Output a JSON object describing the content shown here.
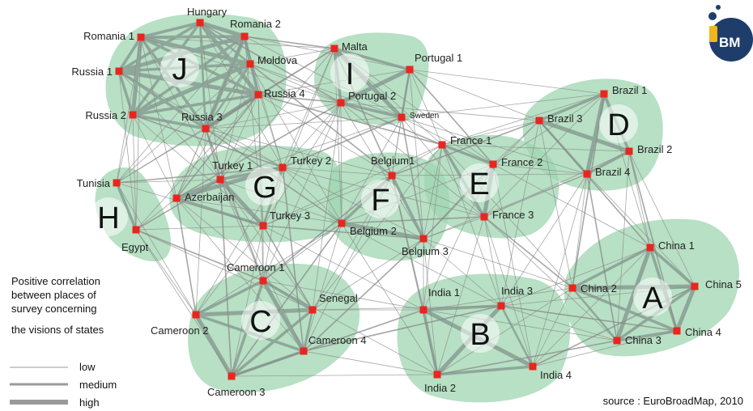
{
  "legend": {
    "title_lines": [
      "Positive correlation",
      "between places of",
      "survey concerning",
      "the visions of states"
    ],
    "levels": [
      "low",
      "medium",
      "high"
    ]
  },
  "source": "source : EuroBroadMap, 2010",
  "logo": {
    "text": "BM"
  },
  "colors": {
    "cluster_fill": "#9fd6b0",
    "node": "#e8261f",
    "edge": "#8a8a8a",
    "logo": "#1e3d6b",
    "logo_accent": "#f2b51a"
  },
  "groups": [
    {
      "letter": "J",
      "members": [
        "Romania 1",
        "Hungary",
        "Romania 2",
        "Moldova",
        "Russia 1",
        "Russia 4",
        "Russia 2",
        "Russia 3"
      ]
    },
    {
      "letter": "I",
      "members": [
        "Malta",
        "Portugal 1",
        "Portugal 2",
        "Sweden"
      ]
    },
    {
      "letter": "D",
      "members": [
        "Brazil 1",
        "Brazil 3",
        "Brazil 2",
        "Brazil 4"
      ]
    },
    {
      "letter": "H",
      "members": [
        "Tunisia",
        "Egypt"
      ]
    },
    {
      "letter": "G",
      "members": [
        "Turkey 1",
        "Turkey 2",
        "Azerbaijan",
        "Turkey 3"
      ]
    },
    {
      "letter": "F",
      "members": [
        "Belgium1",
        "Belgium 2",
        "Belgium 3"
      ]
    },
    {
      "letter": "E",
      "members": [
        "France 1",
        "France 2",
        "France 3"
      ]
    },
    {
      "letter": "C",
      "members": [
        "Cameroon 1",
        "Senegal",
        "Cameroon 2",
        "Cameroon 4",
        "Cameroon 3"
      ]
    },
    {
      "letter": "B",
      "members": [
        "India 1",
        "India 3",
        "India 2",
        "India 4"
      ]
    },
    {
      "letter": "A",
      "members": [
        "China 1",
        "China 2",
        "China 5",
        "China 3",
        "China 4"
      ]
    }
  ],
  "nodes": [
    "Hungary",
    "Romania 1",
    "Romania 2",
    "Moldova",
    "Russia 1",
    "Russia 4",
    "Russia 2",
    "Russia 3",
    "Malta",
    "Portugal 1",
    "Portugal 2",
    "Sweden",
    "Brazil 1",
    "Brazil 3",
    "Brazil 2",
    "Brazil 4",
    "Tunisia",
    "Egypt",
    "Turkey 1",
    "Turkey 2",
    "Azerbaijan",
    "Turkey 3",
    "Belgium1",
    "Belgium 2",
    "Belgium 3",
    "France 1",
    "France 2",
    "France 3",
    "Cameroon 1",
    "Senegal",
    "Cameroon 2",
    "Cameroon 4",
    "Cameroon 3",
    "India 1",
    "India 3",
    "India 2",
    "India 4",
    "China 1",
    "China 2",
    "China 5",
    "China 3",
    "China 4"
  ]
}
